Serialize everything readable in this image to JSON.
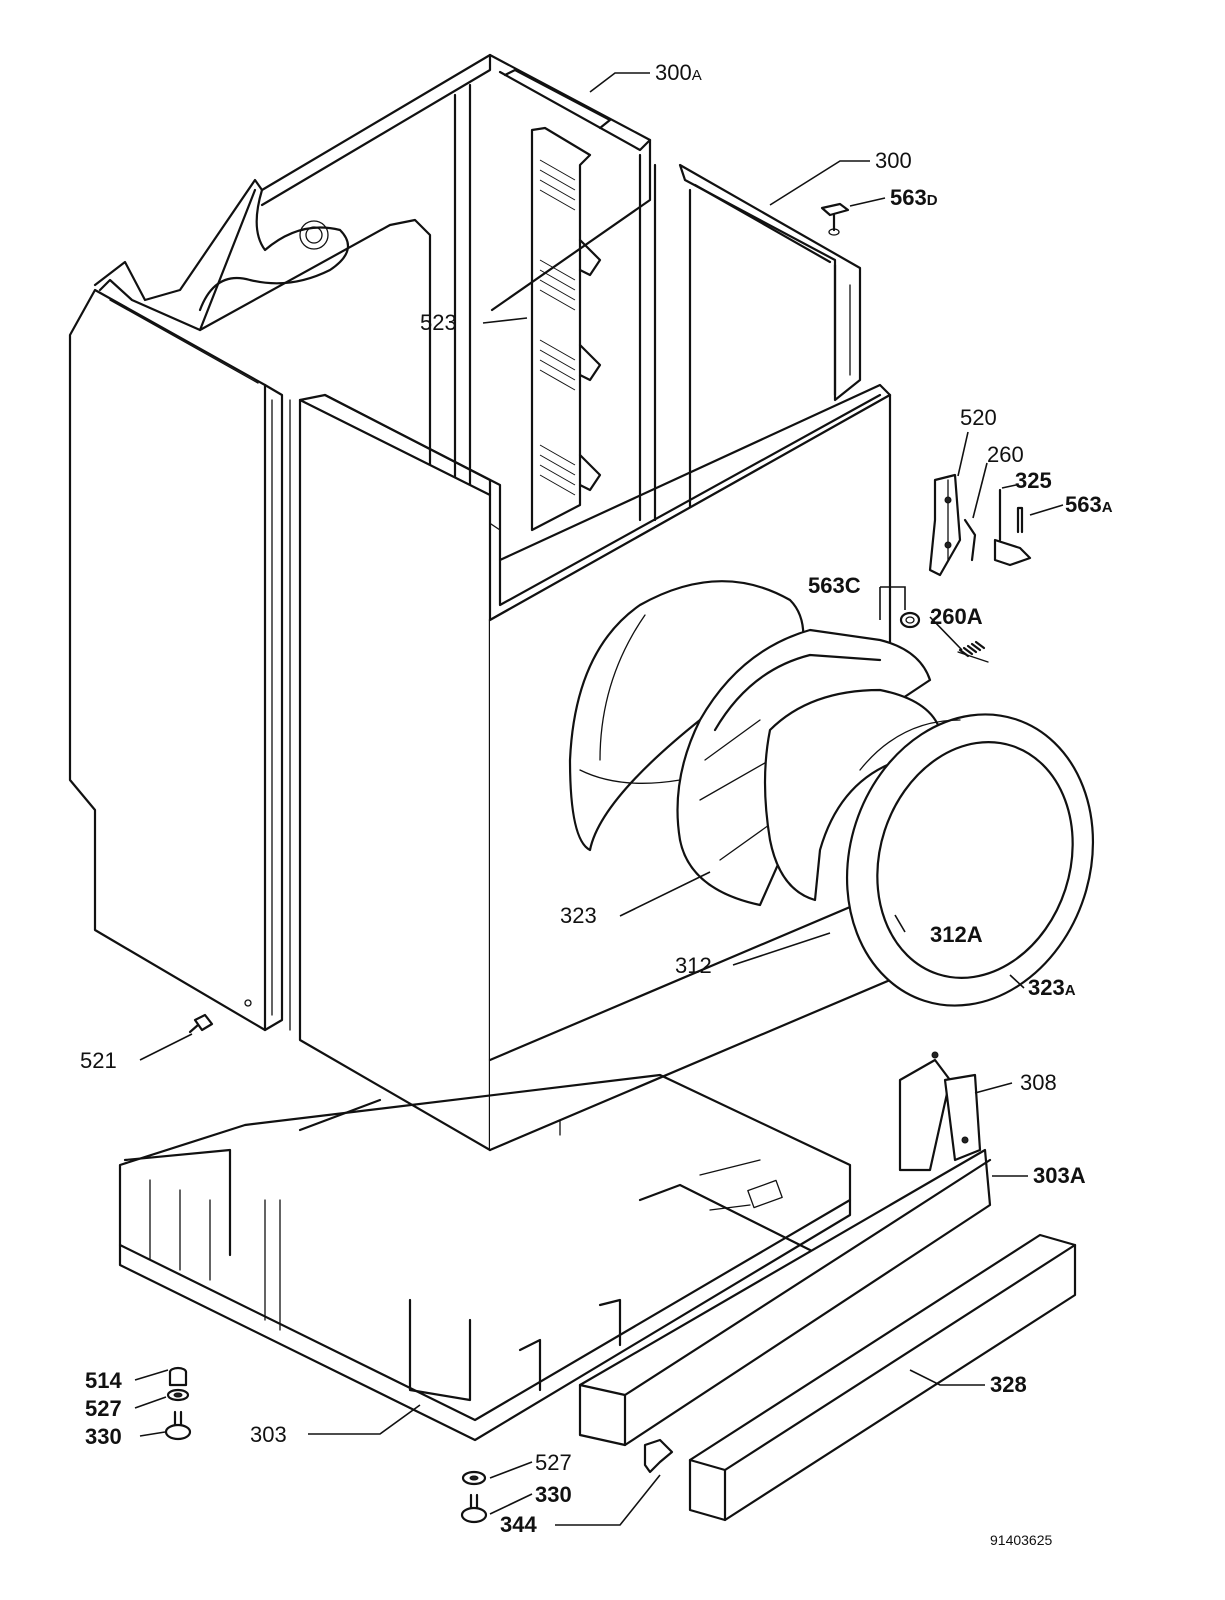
{
  "diagram": {
    "doc_number": "91403625",
    "parts": {
      "p300A": {
        "num": "300",
        "suffix": "A"
      },
      "p300": {
        "num": "300"
      },
      "p563D": {
        "num": "563",
        "suffix": "D"
      },
      "p523": {
        "num": "523"
      },
      "p520": {
        "num": "520"
      },
      "p260": {
        "num": "260"
      },
      "p325": {
        "num": "325"
      },
      "p563A": {
        "num": "563",
        "suffix": "A"
      },
      "p563C": {
        "num": "563C"
      },
      "p260A": {
        "num": "260A"
      },
      "p323": {
        "num": "323"
      },
      "p312A": {
        "num": "312A"
      },
      "p312": {
        "num": "312"
      },
      "p323A": {
        "num": "323",
        "suffix": "A"
      },
      "p521": {
        "num": "521"
      },
      "p308": {
        "num": "308"
      },
      "p303A": {
        "num": "303A"
      },
      "p514": {
        "num": "514"
      },
      "p527_left": {
        "num": "527"
      },
      "p330_left": {
        "num": "330"
      },
      "p303": {
        "num": "303"
      },
      "p328": {
        "num": "328"
      },
      "p527_bottom": {
        "num": "527"
      },
      "p330_bottom": {
        "num": "330"
      },
      "p344": {
        "num": "344"
      }
    }
  }
}
